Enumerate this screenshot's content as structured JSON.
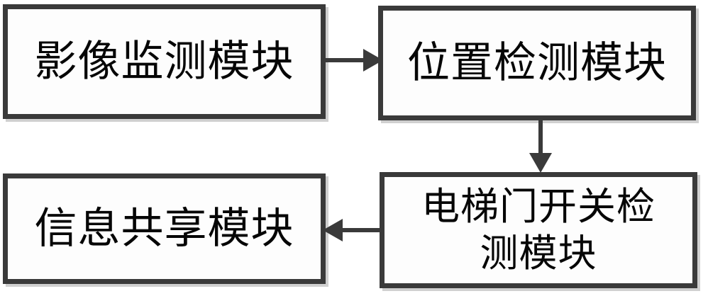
{
  "diagram": {
    "type": "flowchart",
    "background_color": "#ffffff",
    "box_border_color": "#3a3a3a",
    "box_fill_color": "#fdfdfd",
    "text_color": "#060606",
    "connector_color": "#3a3a3a",
    "nodes": [
      {
        "id": "image-monitoring",
        "label": "影像监测模块",
        "position": "top-left"
      },
      {
        "id": "position-detect",
        "label": "位置检测模块",
        "position": "top-right"
      },
      {
        "id": "door-switch",
        "label": "电梯门开关检\n测模块",
        "position": "bottom-right"
      },
      {
        "id": "info-share",
        "label": "信息共享模块",
        "position": "bottom-left"
      }
    ],
    "connectors": [
      {
        "id": "conn-1-2",
        "from": "image-monitoring",
        "to": "position-detect",
        "direction": "right"
      },
      {
        "id": "conn-2-3",
        "from": "position-detect",
        "to": "door-switch",
        "direction": "down"
      },
      {
        "id": "conn-3-4",
        "from": "door-switch",
        "to": "info-share",
        "direction": "left"
      }
    ]
  }
}
